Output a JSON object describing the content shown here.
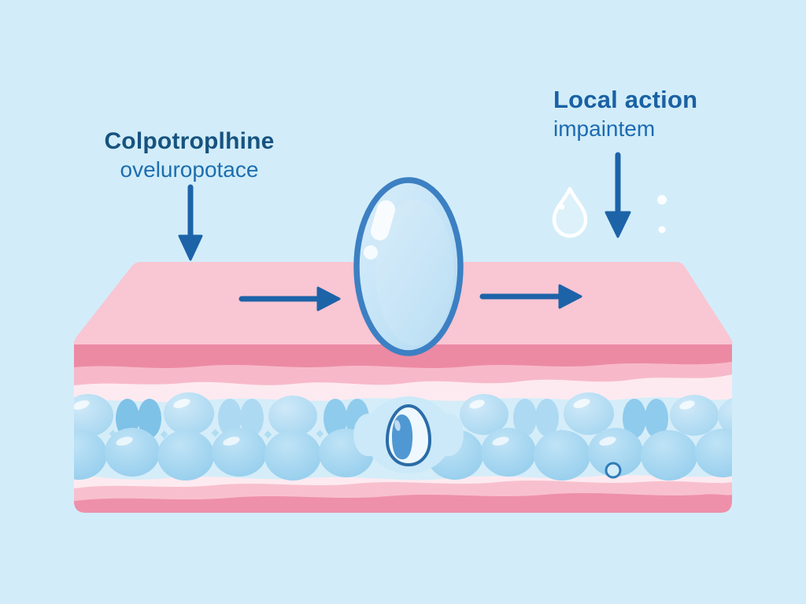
{
  "illustration": {
    "background_color": "#d2edf9",
    "labels": {
      "left": {
        "title": "Colpotroplhine",
        "subtitle": "oveluropotace"
      },
      "right": {
        "title": "Local action",
        "subtitle": "impaintem"
      }
    },
    "icons": {
      "left_pointer": "down-arrow-icon",
      "right_pointer": "down-arrow-icon",
      "left_flow": "right-arrow-icon",
      "right_flow": "right-arrow-icon",
      "moisture": "droplet-icon",
      "capsule": "ovule-suppository-icon",
      "cell_target": "egg-cell-icon",
      "bubble": "bubble-icon",
      "sparkle_dots": "dots-icon"
    },
    "colors": {
      "background": "#d2edf9",
      "label_left_title": "#17537f",
      "label_left_subtitle": "#1d6eb0",
      "label_right_title": "#1a61a4",
      "label_right_subtitle": "#1d6bb1",
      "arrow_blue": "#1d63a8",
      "ovule_stroke": "#3c80c3",
      "ovule_fill_light": "#d9eefb",
      "ovule_fill_dark": "#b2dbf3",
      "tissue_top_face": "#f9c6d3",
      "tissue_rose_band": "#ec8aa4",
      "tissue_mid_pink": "#f7b9c9",
      "tissue_light_pink": "#fdeaf0",
      "cell_layer_bg": "#d4edf9",
      "cell_blue_light": "#aed9f2",
      "cell_blue_dark": "#7fc2e7",
      "egg_outline": "#2b6ca8",
      "egg_inner_blue": "#4f98d3",
      "droplet_outline": "#ffffff",
      "bubble_stroke": "#2e7cb8"
    }
  }
}
